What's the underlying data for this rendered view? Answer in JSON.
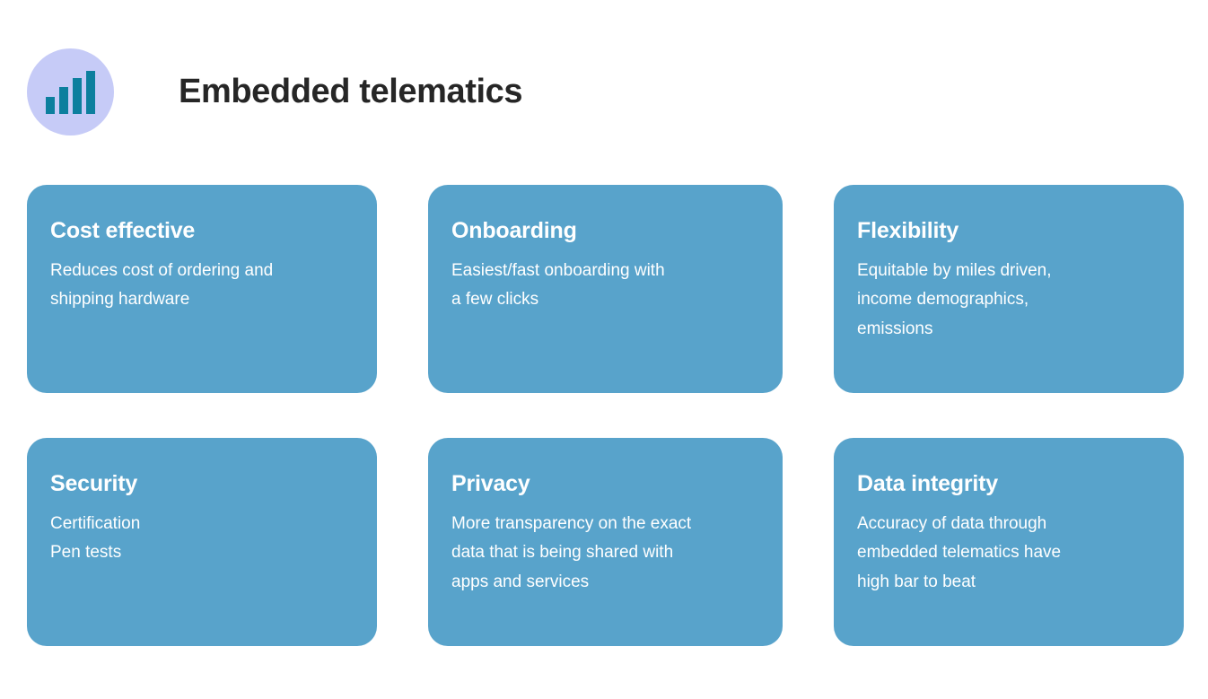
{
  "header": {
    "title": "Embedded telematics",
    "icon": {
      "name": "bar-chart-icon",
      "circle_color": "#c6cbf7",
      "bar_color": "#0c7f9e",
      "bar_count": 4
    }
  },
  "theme": {
    "background": "#ffffff",
    "card_background": "#58a3cb",
    "card_text": "#ffffff",
    "title_text": "#262626"
  },
  "cards": [
    {
      "title": "Cost effective",
      "body": "Reduces cost of ordering and\nshipping hardware"
    },
    {
      "title": "Onboarding",
      "body": "Easiest/fast onboarding with\na few clicks"
    },
    {
      "title": "Flexibility",
      "body": "Equitable by miles driven,\nincome demographics,\nemissions"
    },
    {
      "title": "Security",
      "body": "Certification\nPen tests"
    },
    {
      "title": "Privacy",
      "body": "More transparency on the exact\ndata that is being shared with\napps and services"
    },
    {
      "title": "Data integrity",
      "body": "Accuracy of data through\nembedded telematics have\nhigh bar to beat"
    }
  ]
}
